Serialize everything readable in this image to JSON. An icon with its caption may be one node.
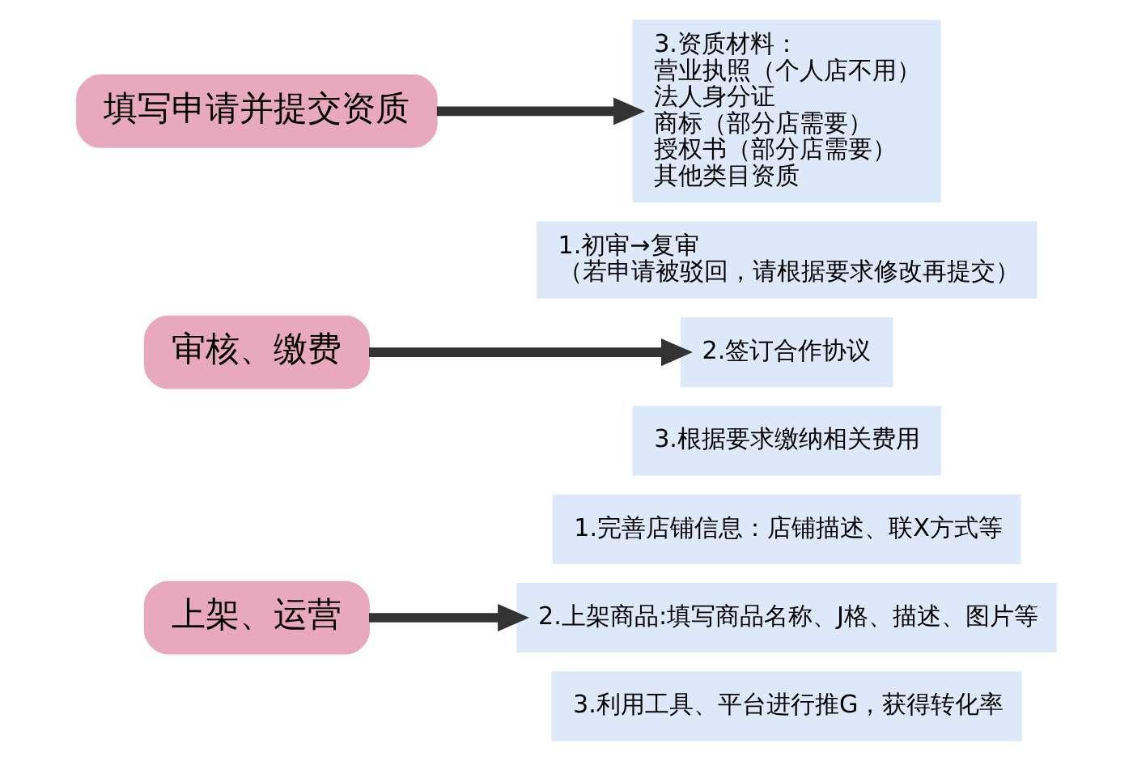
{
  "diagram": {
    "nodes": [
      {
        "text": [
          "填写申请并提交资质"
        ]
      },
      {
        "text": [
          "3.资质材料：",
          "营业执照（个人店不用）",
          "法人身分证",
          "商标（部分店需要）",
          "授权书（部分店需要）",
          "其他类目资质"
        ]
      },
      {
        "text": [
          "审核、缴费"
        ]
      },
      {
        "text": [
          "1.初审→复审",
          "（若申请被驳回，请根据要求修改再提交）"
        ]
      },
      {
        "text": [
          "2.签订合作协议"
        ]
      },
      {
        "text": [
          "3.根据要求缴纳相关费用"
        ]
      },
      {
        "text": [
          "上架、运营"
        ]
      },
      {
        "text": [
          "1.完善店铺信息：店铺描述、联X方式等"
        ]
      },
      {
        "text": [
          "2.上架商品:填写商品名称、J格、描述、图片等"
        ]
      },
      {
        "text": [
          "3.利用工具、平台进行推G，获得转化率"
        ]
      }
    ],
    "edges": [
      {
        "from": 0,
        "to": 1,
        "arrow": "to"
      },
      {
        "from": 2,
        "to": 4,
        "arrow": "to"
      },
      {
        "from": 6,
        "to": 8,
        "arrow": "to"
      }
    ]
  }
}
